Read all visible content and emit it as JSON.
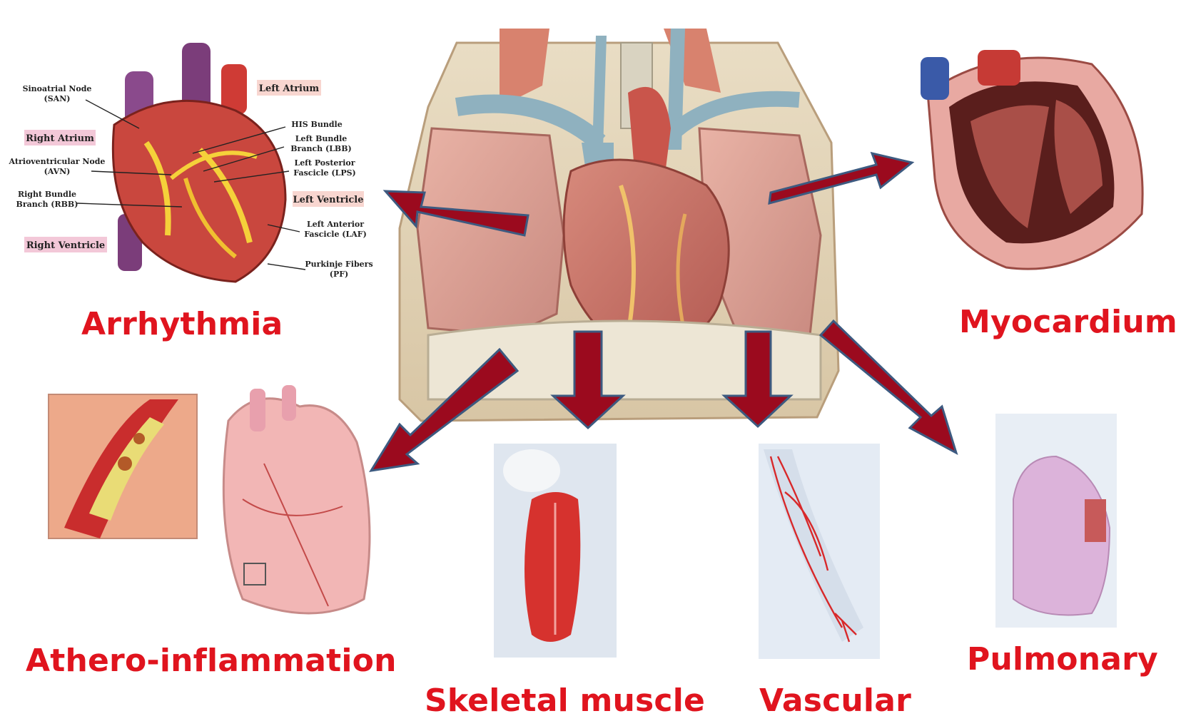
{
  "captions": {
    "arrhythmia": "Arrhythmia",
    "myocardium": "Myocardium",
    "athero": "Athero-inflammation",
    "skeletal": "Skeletal muscle",
    "vascular": "Vascular",
    "pulmonary": "Pulmonary"
  },
  "heart_labels": {
    "san": "Sinoatrial Node",
    "san_abbr": "(SAN)",
    "right_atrium": "Right Atrium",
    "avn": "Atrioventricular Node",
    "avn_abbr": "(AVN)",
    "rbb": "Right Bundle",
    "rbb2": "Branch (RBB)",
    "right_ventricle": "Right Ventricle",
    "left_atrium": "Left Atrium",
    "his": "HIS Bundle",
    "lbb": "Left Bundle",
    "lbb2": "Branch (LBB)",
    "lps": "Left Posterior",
    "lps2": "Fascicle (LPS)",
    "left_ventricle": "Left Ventricle",
    "laf": "Left Anterior",
    "laf2": "Fascicle (LAF)",
    "pf": "Purkinje Fibers",
    "pf2": "(PF)"
  },
  "colors": {
    "caption": "#e0141e",
    "arrow_fill": "#9b0a1e",
    "arrow_stroke": "#3d5a80"
  }
}
